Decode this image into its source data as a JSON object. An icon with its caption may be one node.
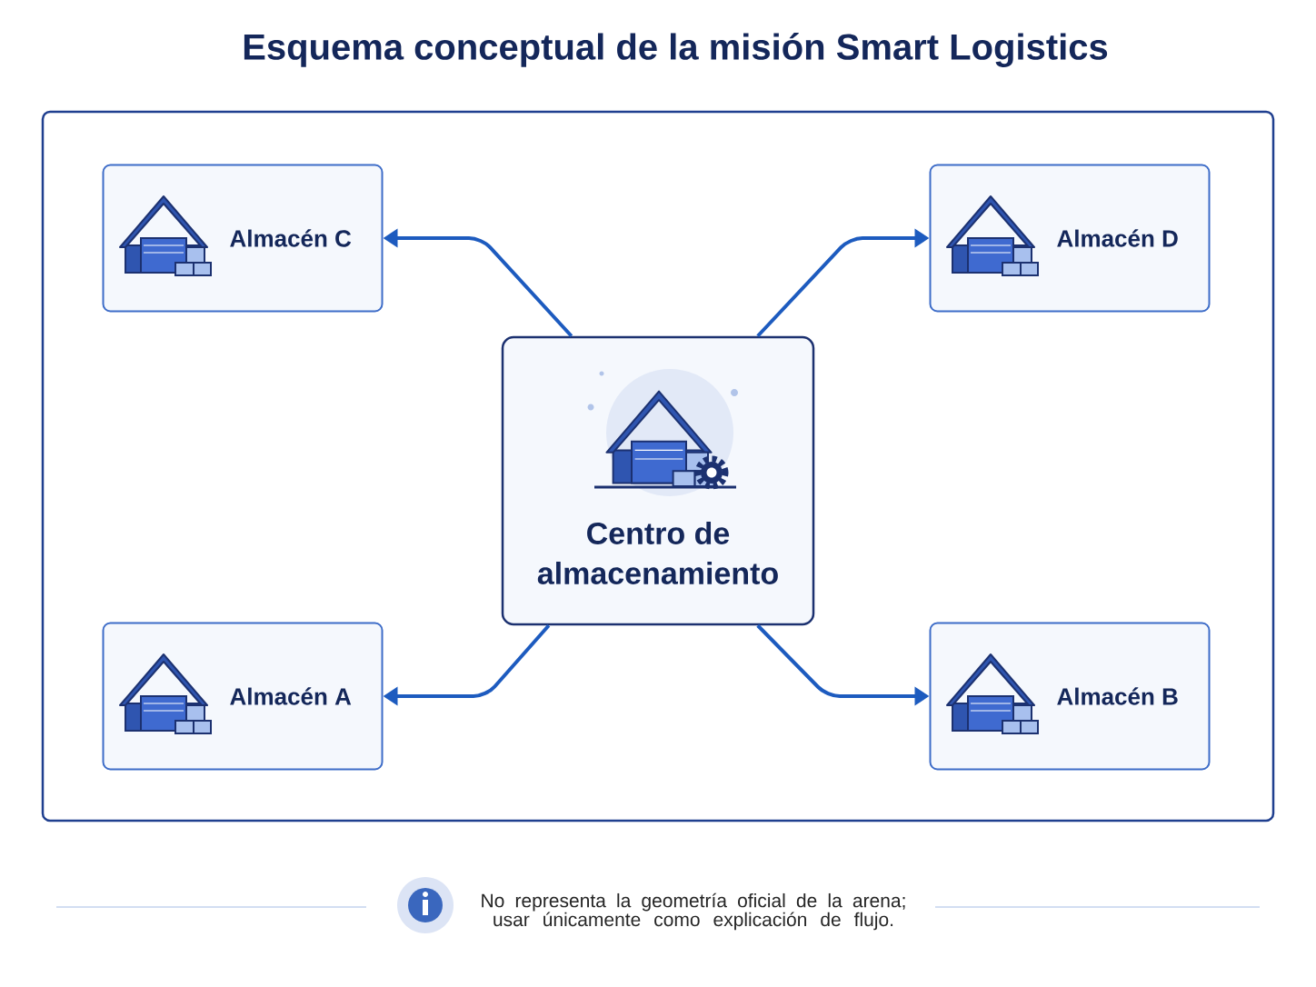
{
  "diagram": {
    "title": "Esquema conceptual de la misión Smart Logistics",
    "nodes": [
      {
        "text": [],
        "shape": "box"
      },
      {
        "text": [
          "Almacén C"
        ],
        "in": 0
      },
      {
        "text": [
          "Almacén D"
        ],
        "in": 0
      },
      {
        "text": [
          "Centro de almacenamiento"
        ],
        "in": 0
      },
      {
        "text": [
          "Almacén A"
        ],
        "in": 0
      },
      {
        "text": [
          "Almacén B"
        ],
        "in": 0
      }
    ],
    "edges": [
      {
        "from": 3,
        "to": 1,
        "arrow": "to"
      },
      {
        "from": 3,
        "to": 2,
        "arrow": "to"
      },
      {
        "from": 3,
        "to": 4,
        "arrow": "to"
      },
      {
        "from": 3,
        "to": 5,
        "arrow": "to"
      }
    ],
    "labels": [
      "No representa la geometría oficial de la arena; usar únicamente como explicación de flujo."
    ]
  }
}
